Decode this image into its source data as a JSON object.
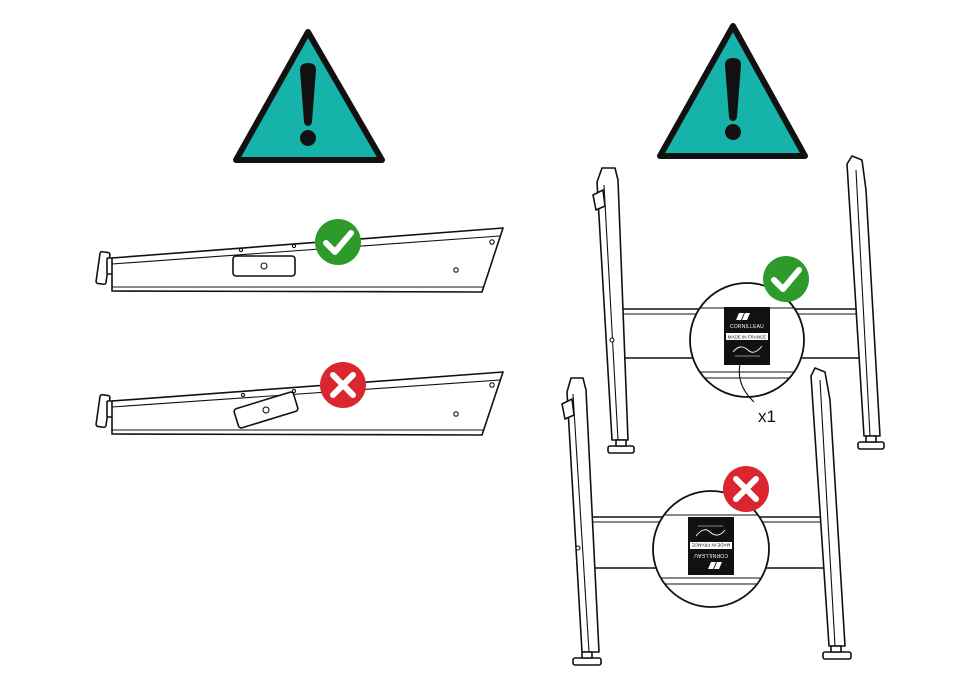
{
  "colors": {
    "warning_fill": "#16b3aa",
    "correct_green": "#2e9a2c",
    "incorrect_red": "#d9262f",
    "line": "#111111",
    "label_background": "#111111"
  },
  "icons": {
    "warning": "warning-triangle-icon",
    "correct": "checkmark-circle-icon",
    "incorrect": "cross-circle-icon"
  },
  "panels": {
    "left": {
      "correct_example": "apron-with-plate-horizontal",
      "incorrect_example": "apron-with-plate-rotated"
    },
    "right": {
      "correct_example": "frame-with-label-upright",
      "incorrect_example": "frame-with-label-upside-down",
      "quantity": "x1"
    }
  },
  "label": {
    "brand": "CORNILLEAU",
    "origin": "MADE IN FRANCE"
  }
}
